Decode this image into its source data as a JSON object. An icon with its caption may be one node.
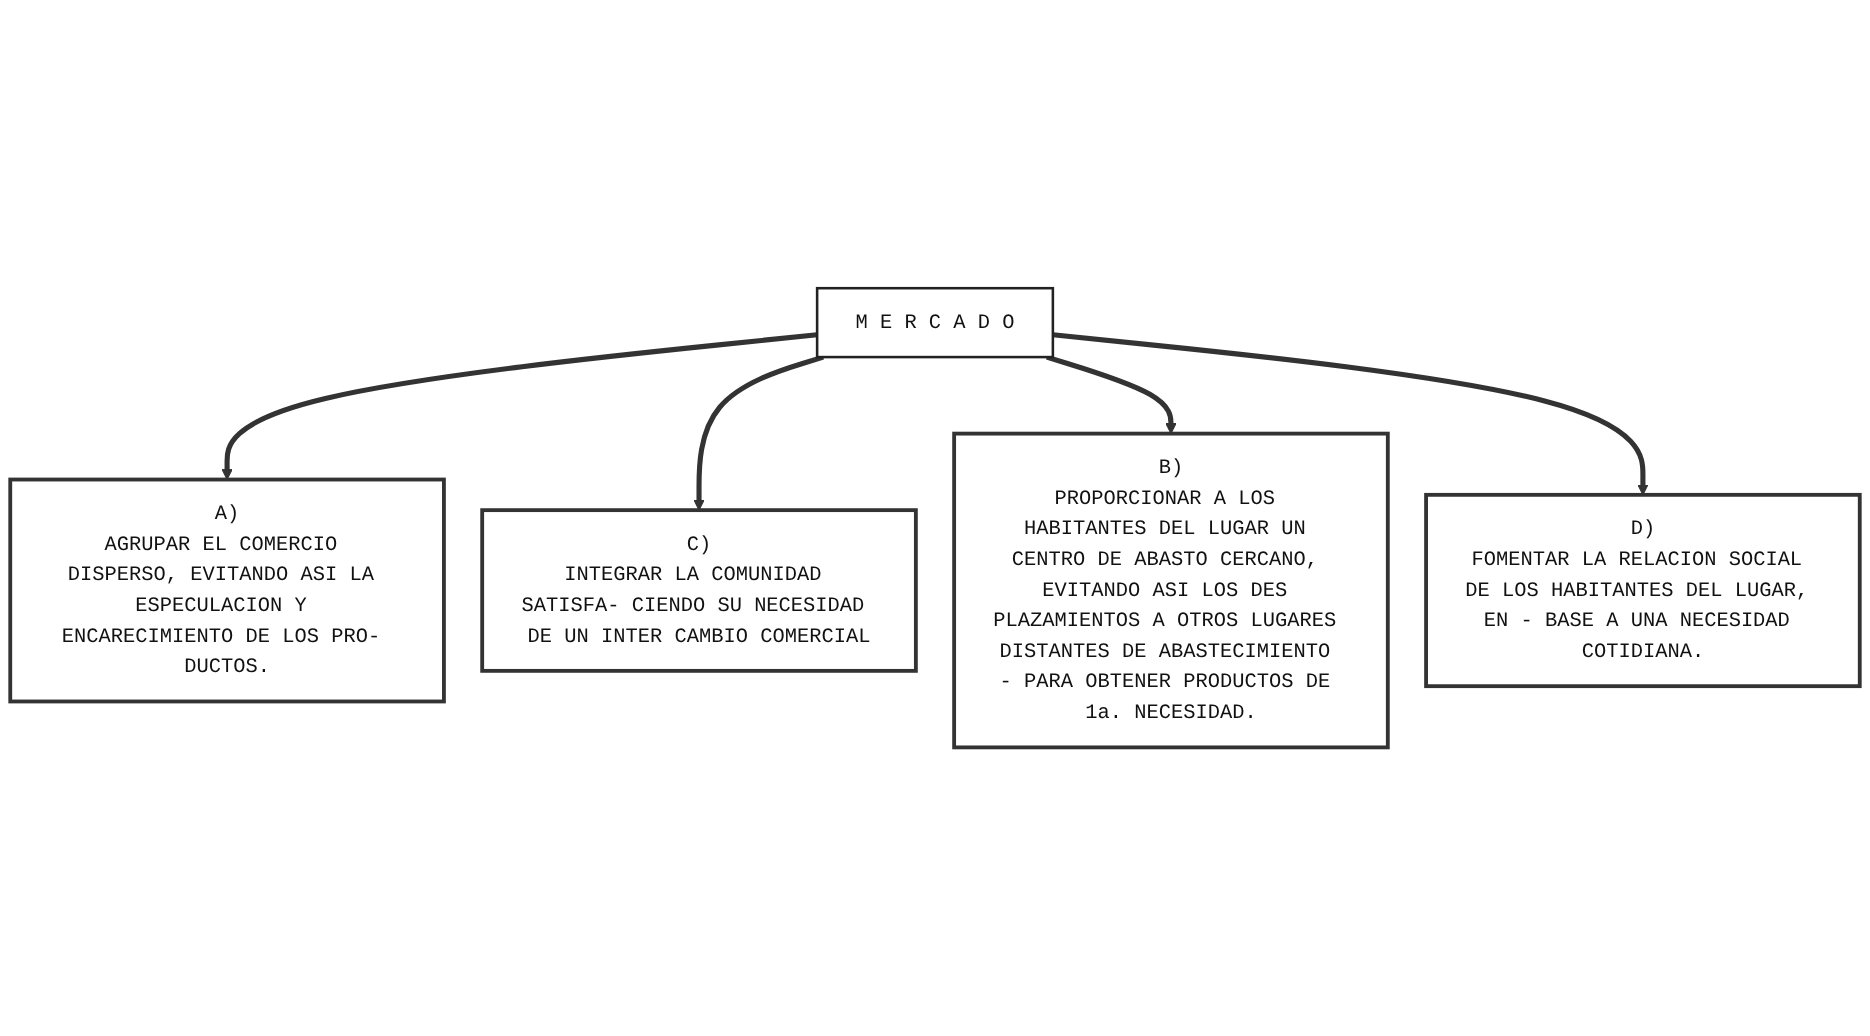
{
  "diagram": {
    "nodes": [
      {
        "text": [
          "A)",
          "AGRUPAR EL COMERCIO DISPERSO, EVITANDO ASI LA ESPECULACION Y ENCARECIMIENTO DE LOS PRO- DUCTOS."
        ]
      },
      {
        "text": [
          "C)",
          "INTEGRAR LA COMUNIDAD SATISFA- CIENDO SU NECESIDAD DE UN INTER CAMBIO COMERCIAL"
        ]
      },
      {
        "text": [
          "M E R C A D O"
        ]
      },
      {
        "text": [
          "B)",
          "PROPORCIONAR A LOS HABITANTES DEL LUGAR UN CENTRO DE ABASTO CERCANO, EVITANDO ASI LOS DES PLAZAMIENTOS A OTROS LUGARES DISTANTES DE ABASTECIMIENTO - PARA OBTENER PRODUCTOS DE 1a. NECESIDAD."
        ]
      },
      {
        "text": [
          "D)",
          "FOMENTAR LA RELACION SOCIAL DE LOS HABITANTES DEL LUGAR, EN - BASE A UNA NECESIDAD COTIDIANA."
        ]
      }
    ],
    "edges": [
      {
        "from": 2,
        "to": 0,
        "arrow": "to"
      },
      {
        "from": 2,
        "to": 1,
        "arrow": "to"
      },
      {
        "from": 2,
        "to": 3,
        "arrow": "to"
      },
      {
        "from": 2,
        "to": 4,
        "arrow": "to"
      }
    ]
  }
}
